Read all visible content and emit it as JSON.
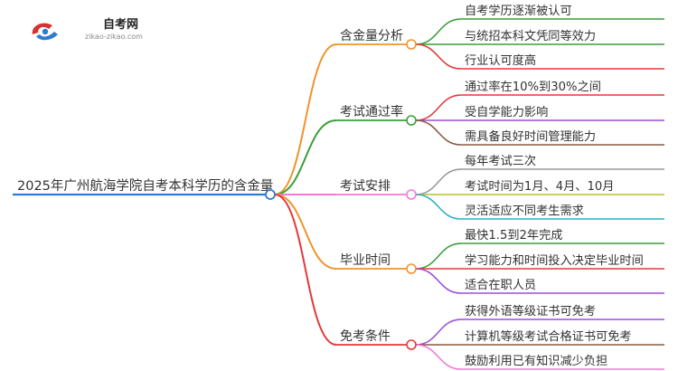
{
  "logo": {
    "title": "自考网",
    "url": "zikao-zikao.com"
  },
  "mindmap": {
    "root": "2025年广州航海学院自考本科学历的含金量",
    "branches": [
      {
        "label": "含金量分析",
        "color": "#f2932b",
        "leaves": [
          {
            "label": "自考学历逐渐被认可",
            "color": "#3a9e3a"
          },
          {
            "label": "与统招本科文凭同等效力",
            "color": "#3a9e3a"
          },
          {
            "label": "行业认可度高",
            "color": "#e23a3a"
          }
        ]
      },
      {
        "label": "考试通过率",
        "color": "#3a9e3a",
        "leaves": [
          {
            "label": "通过率在10%到30%之间",
            "color": "#e23a3a"
          },
          {
            "label": "受自学能力影响",
            "color": "#9b4fd6"
          },
          {
            "label": "需具备良好时间管理能力",
            "color": "#8a5a44"
          }
        ]
      },
      {
        "label": "考试安排",
        "color": "#f07bd6",
        "leaves": [
          {
            "label": "每年考试三次",
            "color": "#999999"
          },
          {
            "label": "考试时间为1月、4月、10月",
            "color": "#b9bf2c"
          },
          {
            "label": "灵活适应不同考生需求",
            "color": "#2fb0c7"
          }
        ]
      },
      {
        "label": "毕业时间",
        "color": "#f2932b",
        "leaves": [
          {
            "label": "最快1.5到2年完成",
            "color": "#3a9e3a"
          },
          {
            "label": "学习能力和时间投入决定毕业时间",
            "color": "#e23a3a"
          },
          {
            "label": "适合在职人员",
            "color": "#9b4fd6"
          }
        ]
      },
      {
        "label": "免考条件",
        "color": "#e23a3a",
        "leaves": [
          {
            "label": "获得外语等级证书可免考",
            "color": "#9b4fd6"
          },
          {
            "label": "计算机等级考试合格证书可免考",
            "color": "#8a5a44"
          },
          {
            "label": "鼓励利用已有知识减少负担",
            "color": "#f07bd6"
          }
        ]
      }
    ],
    "root_color": "#2f7bd1"
  }
}
